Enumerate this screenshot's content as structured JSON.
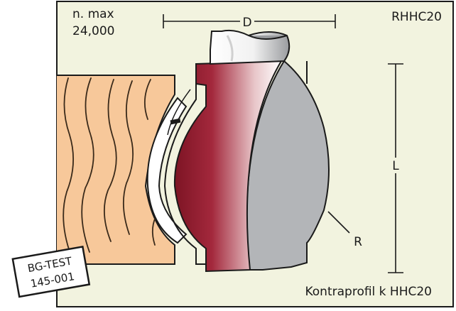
{
  "speed": {
    "label": "n. max",
    "value": "24,000"
  },
  "model_code": "RHHC20",
  "caption": "Kontraprofil k HHC20",
  "dimensions": {
    "diameter": "D",
    "length": "L",
    "radius": "R"
  },
  "certification": {
    "line1": "BG-TEST",
    "line2": "145-001"
  },
  "colors": {
    "background": "#f2f3df",
    "wood": "#f7c89a",
    "grain": "#3a2a1a",
    "cutter_red": "#8e1b2e",
    "body_gray": "#b3b5b8",
    "outline": "#1a1a1a"
  }
}
